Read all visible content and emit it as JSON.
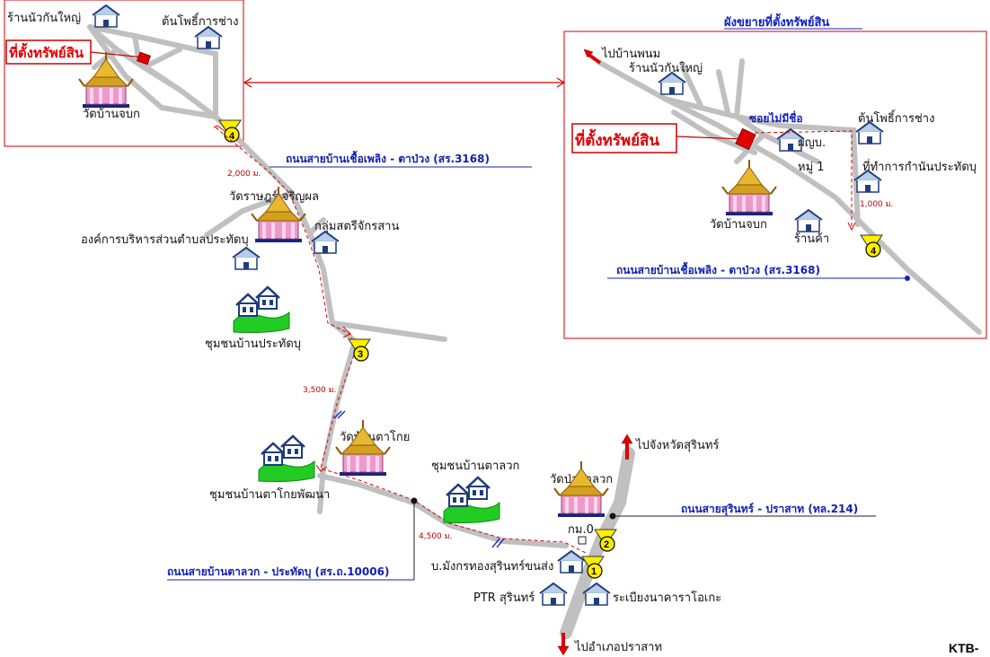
{
  "inset": {
    "title": "ผังขยายที่ตั้งทรัพย์สิน",
    "property_label": "ที่ตั้งทรัพย์สิน",
    "to_ban_phanom": "ไปบ้านพนม",
    "ran_nuakan_yai": "ร้านนัวกันใหญ่",
    "soi_mai_mi_chue": "ซอยไม่มีชื่อ",
    "ton_pho_karn_chang": "ต้นโพธิ์การช่าง",
    "phu_yai_ban": "ผญบ.",
    "moo_1": "หมู่ 1",
    "kamnan_office": "ที่ทำการกำนันประทัดบุ",
    "distance": "1,000 ม.",
    "wat": "วัดบ้านจบก",
    "shop": "ร้านค้า",
    "road": "ถนนสายบ้านเชื้อเพลิง - ตาป่วง (สร.3168)",
    "marker": "4"
  },
  "top_left": {
    "ran_nuakan_yai": "ร้านนัวกันใหญ่",
    "ton_pho_karn_chang": "ต้นโพธิ์การช่าง",
    "property_label": "ที่ตั้งทรัพย์สิน",
    "wat": "วัดบ้านจบก",
    "marker": "4"
  },
  "main": {
    "road_3168": "ถนนสายบ้านเชื้อเพลิง - ตาป่วง (สร.3168)",
    "dist_2000": "2,000 ม.",
    "wat_ratsamakkhi": "วัดราษฎร์เจริญผล",
    "women_group": "กลุ่มสตรีจักรสาน",
    "tambon_org": "องค์การบริหารส่วนตำบลประทัดบุ",
    "community_prathatbu": "ชุมชนบ้านประทัดบุ",
    "marker_3": "3",
    "dist_3500": "3,500 ม.",
    "wat_ta_koi": "วัดบ้านตาโกย",
    "community_ta_koi": "ชุมชนบ้านตาโกยพัฒนา",
    "community_ta_luak": "ชุมชนบ้านตาลวก",
    "dist_4500": "4,500 ม.",
    "road_10006": "ถนนสายบ้านตาลวก - ประทัดบุ (สร.ถ.10006)",
    "wat_pa_ta_luak": "วัดป่าตาลวก",
    "to_surin": "ไปจังหวัดสุรินทร์",
    "road_214": "ถนนสายสุรินทร์ - ปราสาท (ทล.214)",
    "km_0": "กม.0",
    "marker_2": "2",
    "marker_1": "1",
    "mangkorn_company": "บ.มังกรทองสุรินทร์ขนส่ง",
    "ptr_surin": "PTR สุรินทร์",
    "nakara_okay": "ระเบียงนาคาราโอเกะ",
    "to_prasat": "ไปอำเภอปราสาท"
  },
  "code": "KTB-",
  "colors": {
    "road": "#c0c0c0",
    "route": "#e00000",
    "property": "#e00000",
    "road_label": "#1020b0",
    "marker_fill": "#ffee00",
    "house": "#1f4e9a",
    "community_green": "#22cc22"
  }
}
